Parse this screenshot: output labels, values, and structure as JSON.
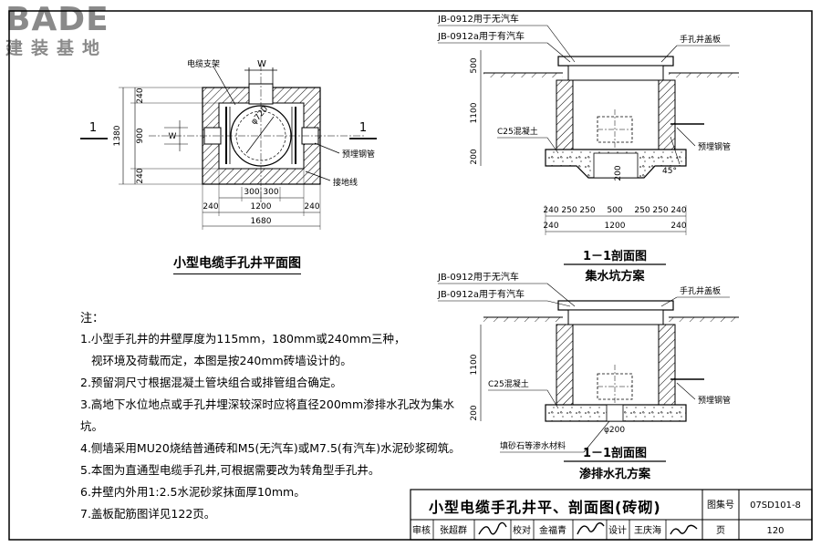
{
  "logo": {
    "main": "BADE",
    "sub": "建装基地"
  },
  "plan": {
    "title": "小型电缆手孔井平面图",
    "labels": {
      "cable_bracket": "电缆支架",
      "w_top": "W",
      "w_side": "W",
      "diameter": "φ720",
      "pipe": "预埋钢管",
      "ground": "接地线",
      "sec_left": "1",
      "sec_right": "1"
    },
    "dims_left": [
      "240",
      "900",
      "240",
      "1380"
    ],
    "dims_bottom": [
      "300",
      "300",
      "240",
      "1200",
      "240",
      "1680"
    ]
  },
  "section_a": {
    "jb1": "JB-0912用于无汽车",
    "jb2": "JB-0912a用于有汽车",
    "cover": "手孔井盖板",
    "concrete": "C25混凝土",
    "pipe": "预埋钢管",
    "angle": "45°",
    "pit_dim": "200",
    "dims_left": [
      "500",
      "1100",
      "200"
    ],
    "dims_bottom_row1": [
      "240",
      "250",
      "250",
      "500",
      "250",
      "250",
      "240"
    ],
    "dims_bottom_row2": [
      "240",
      "1200",
      "240"
    ],
    "caption": "1－1剖面图",
    "subcaption": "集水坑方案"
  },
  "section_b": {
    "jb1": "JB-0912用于无汽车",
    "jb2": "JB-0912a用于有汽车",
    "cover": "手孔井盖板",
    "concrete": "C25混凝土",
    "pipe": "预埋钢管",
    "gravel": "填砂石等渗水材料",
    "hole": "φ200",
    "dims_left": [
      "1100",
      "200"
    ],
    "caption": "1－1剖面图",
    "subcaption": "渗排水孔方案"
  },
  "notes": {
    "heading": "注：",
    "items": [
      "1.小型手孔井的井壁厚度为115mm，180mm或240mm三种，",
      "视环境及荷载而定，本图是按240mm砖墙设计的。",
      "2.预留洞尺寸根据混凝土管块组合或排管组合确定。",
      "3.高地下水位地点或手孔井埋深较深时应将直径200mm渗排水孔改为集水坑。",
      "4.侧墙采用MU20烧结普通砖和M5(无汽车)或M7.5(有汽车)水泥砂浆砌筑。",
      "5.本图为直通型电缆手孔井,可根据需要改为转角型手孔井。",
      "6.井壁内外用1:2.5水泥砂浆抹面厚10mm。",
      "7.盖板配筋图详见122页。"
    ]
  },
  "title_block": {
    "title": "小型电缆手孔井平、剖面图(砖砌)",
    "atlas_label": "图集号",
    "atlas_no": "07SD101-8",
    "review_label": "审核",
    "reviewer": "张超群",
    "check_label": "校对",
    "checker": "金福青",
    "design_label": "设计",
    "designer": "王庆海",
    "page_label": "页",
    "page_no": "120"
  }
}
